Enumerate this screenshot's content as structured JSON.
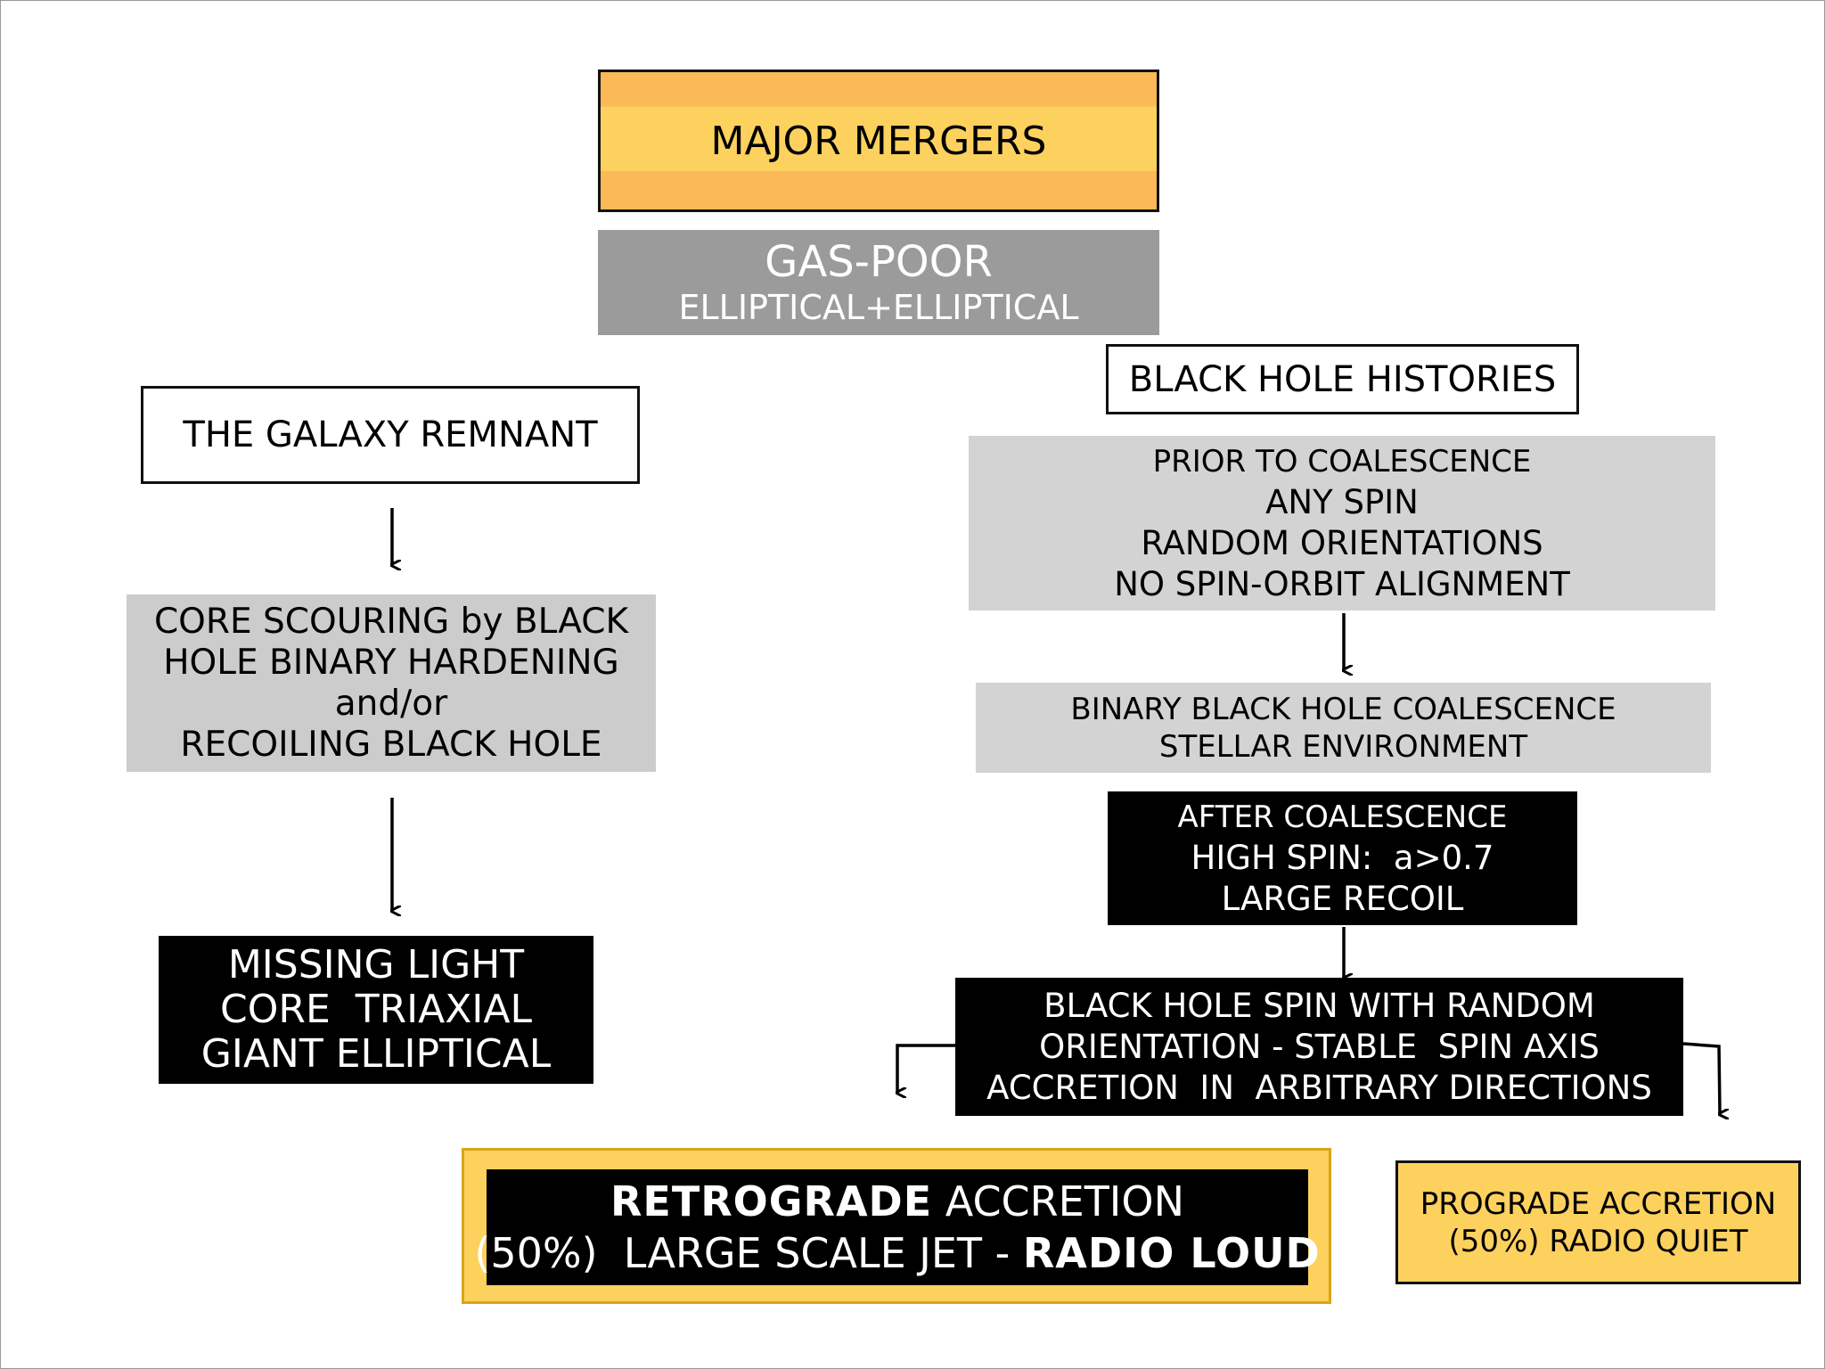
{
  "top": {
    "major_mergers": "MAJOR MERGERS",
    "gas_poor_title": "GAS-POOR",
    "gas_poor_subtitle": "ELLIPTICAL+ELLIPTICAL"
  },
  "left": {
    "galaxy_remnant": "THE GALAXY REMNANT",
    "core_scouring": [
      "CORE SCOURING by BLACK",
      "HOLE BINARY HARDENING",
      "and/or",
      "RECOILING BLACK HOLE"
    ],
    "missing_light": [
      "MISSING LIGHT",
      "CORE  TRIAXIAL",
      "GIANT ELLIPTICAL"
    ]
  },
  "right": {
    "bh_histories": "BLACK HOLE HISTORIES",
    "prior_coalescence": [
      "PRIOR TO COALESCENCE",
      "ANY SPIN",
      "RANDOM ORIENTATIONS",
      "NO SPIN-ORBIT ALIGNMENT"
    ],
    "binary_coalescence": [
      "BINARY BLACK HOLE COALESCENCE",
      "STELLAR ENVIRONMENT"
    ],
    "after_coalescence": [
      "AFTER COALESCENCE",
      "HIGH SPIN:  a>0.7",
      "LARGE RECOIL"
    ],
    "bh_spin": [
      "BLACK HOLE SPIN WITH RANDOM",
      "ORIENTATION - STABLE  SPIN AXIS",
      "ACCRETION  IN  ARBITRARY DIRECTIONS"
    ]
  },
  "bottom": {
    "retrograde_bold": "RETROGRADE",
    "retrograde_rest": " ACCRETION",
    "retrograde_line2": "(50%)  LARGE SCALE JET - ",
    "radio_loud": "RADIO LOUD",
    "prograde": [
      "PROGRADE ACCRETION",
      "(50%) RADIO QUIET"
    ]
  },
  "colors": {
    "orange_band": "#fbb958",
    "yellow": "#fdd15e",
    "gray_dark": "#9b9b9b",
    "gray_light": "#cccccc",
    "black": "#000000"
  }
}
